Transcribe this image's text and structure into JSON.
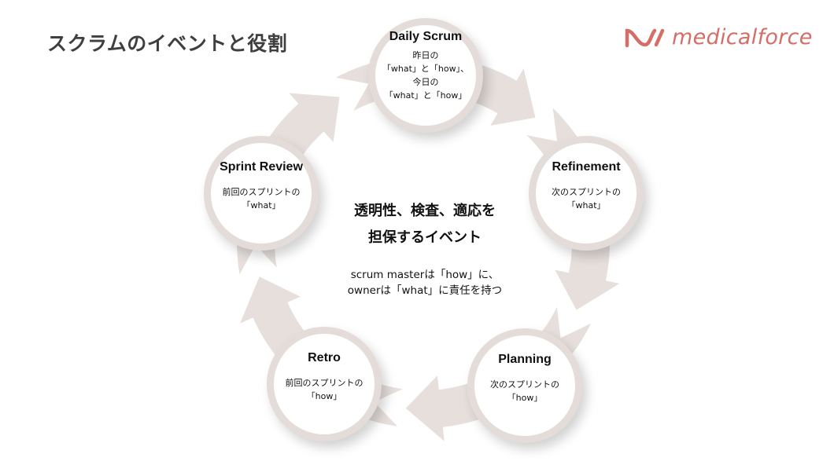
{
  "title": "スクラムのイベントと役割",
  "logo": {
    "text": "medicalforce",
    "color": "#d66e68"
  },
  "colors": {
    "arrow": "#e6dfdc",
    "ring": "#e4dcd9"
  },
  "center": {
    "heading_line1": "透明性、検査、適応を",
    "heading_line2": "担保するイベント",
    "sub_line1": "scrum masterは「how」に、",
    "sub_line2": "ownerは「what」に責任を持つ"
  },
  "events": [
    {
      "name": "Daily Scrum",
      "desc": "昨日の\n「what」と「how」、\n今日の\n「what」と「how」"
    },
    {
      "name": "Refinement",
      "desc": "次のスプリントの\n「what」"
    },
    {
      "name": "Planning",
      "desc": "次のスプリントの\n「how」"
    },
    {
      "name": "Retro",
      "desc": "前回のスプリントの\n「how」"
    },
    {
      "name": "Sprint Review",
      "desc": "前回のスプリントの\n「what」"
    }
  ]
}
